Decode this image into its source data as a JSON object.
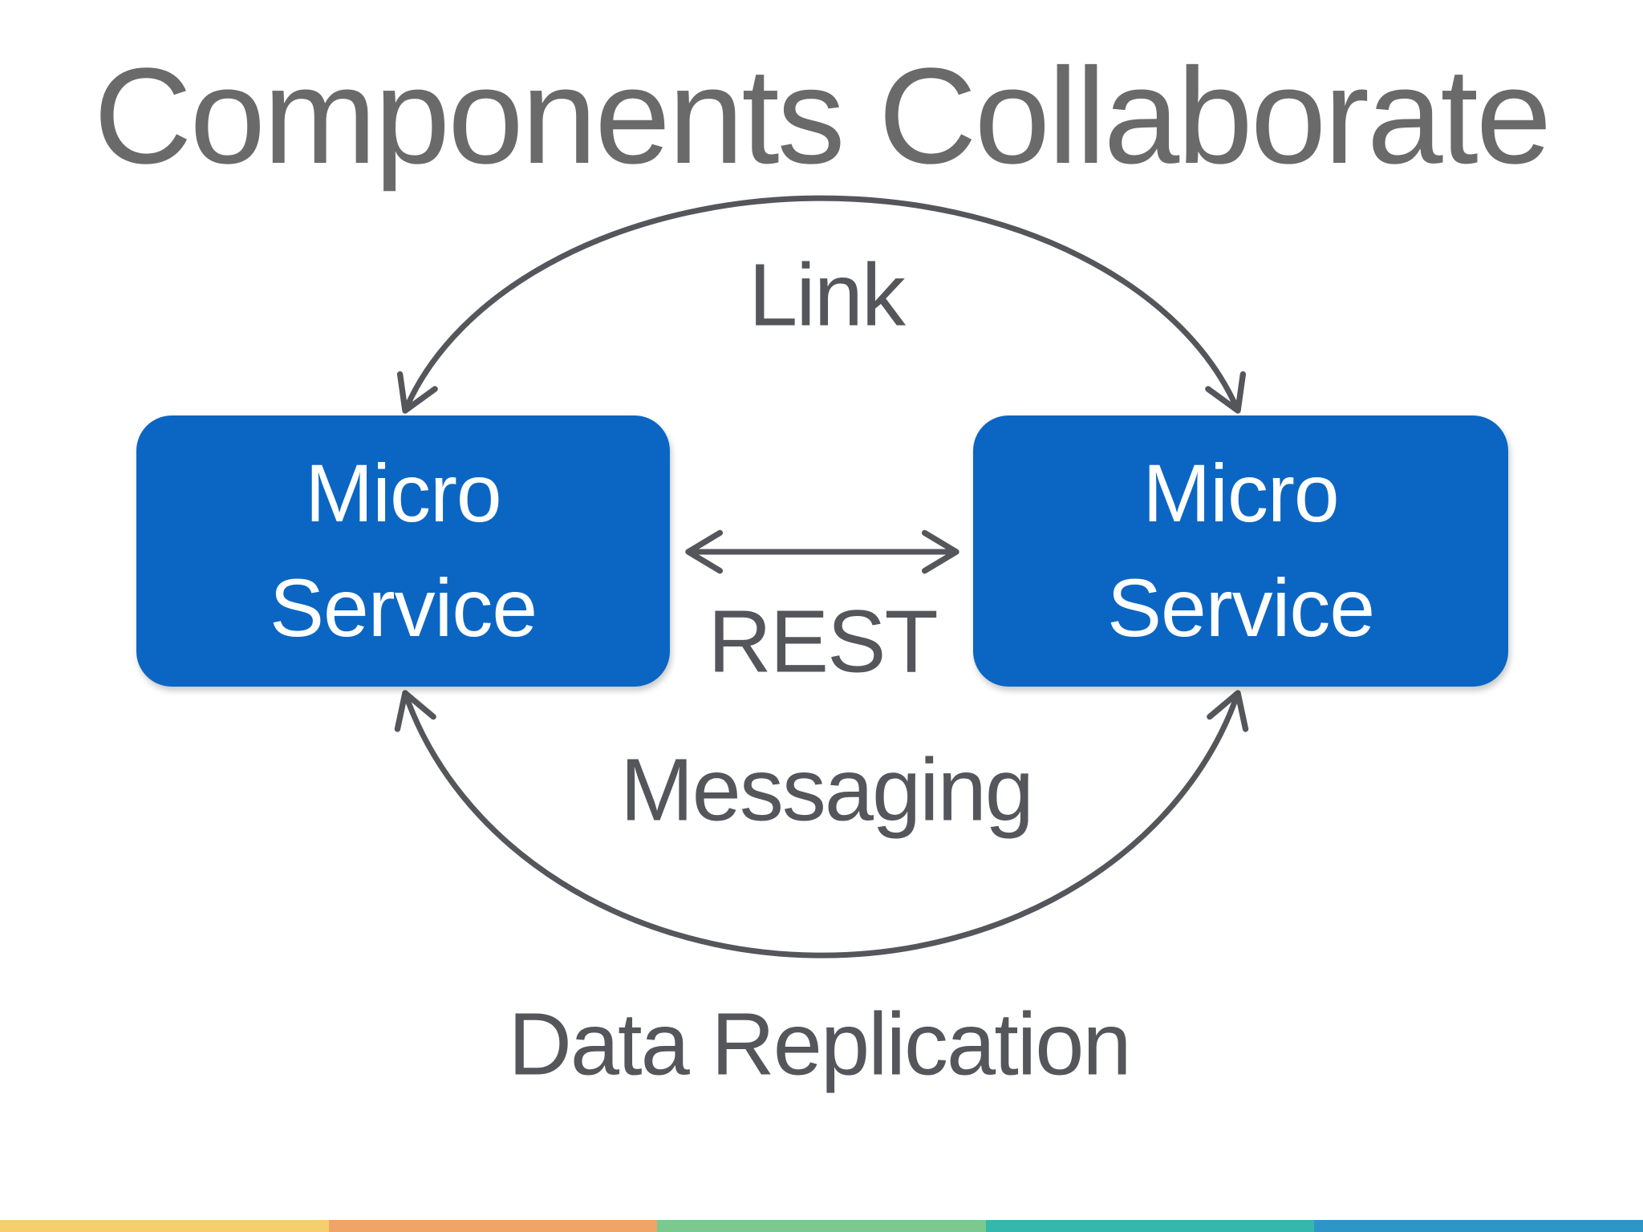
{
  "slide": {
    "title": "Components Collaborate"
  },
  "colors": {
    "background": "#FFFFFF",
    "title": "#6A6A6A",
    "label": "#54565B",
    "arrow": "#54565B",
    "node_fill": "#0B66C3",
    "node_text": "#FFFFFF"
  },
  "diagram": {
    "nodes": [
      {
        "id": "micro-service-left",
        "line1": "Micro",
        "line2": "Service"
      },
      {
        "id": "micro-service-right",
        "line1": "Micro",
        "line2": "Service"
      }
    ],
    "connections": [
      {
        "id": "link",
        "label": "Link",
        "style": "curved-arc-top",
        "bidirectional": true
      },
      {
        "id": "rest",
        "label": "REST",
        "style": "straight-horizontal",
        "bidirectional": true
      },
      {
        "id": "messaging",
        "label": "Messaging",
        "style": "curved-arc-bottom",
        "bidirectional": true
      },
      {
        "id": "data-replication",
        "label": "Data Replication",
        "style": "curved-arc-bottom-caption",
        "bidirectional": true
      }
    ]
  },
  "footer_stripe": {
    "colors": [
      "#F5CF6E",
      "#F0A468",
      "#7BC98E",
      "#35B7AD",
      "#2D96C4"
    ]
  }
}
